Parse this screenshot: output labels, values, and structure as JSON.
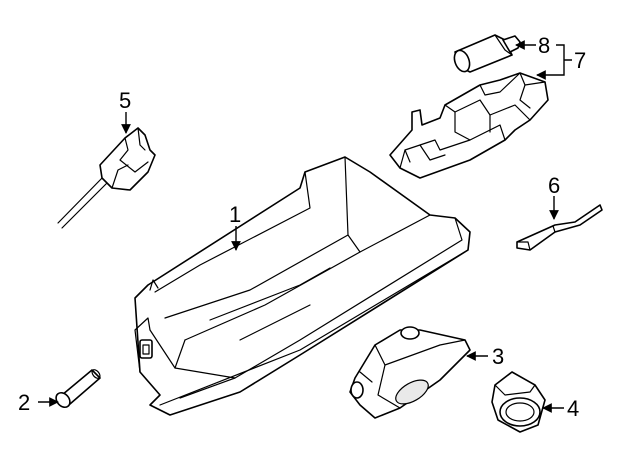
{
  "diagram": {
    "callouts": [
      {
        "id": "1",
        "label": "1"
      },
      {
        "id": "2",
        "label": "2"
      },
      {
        "id": "3",
        "label": "3"
      },
      {
        "id": "4",
        "label": "4"
      },
      {
        "id": "5",
        "label": "5"
      },
      {
        "id": "6",
        "label": "6"
      },
      {
        "id": "7",
        "label": "7"
      },
      {
        "id": "8",
        "label": "8"
      }
    ]
  },
  "colors": {
    "line": "#000000",
    "background": "#ffffff",
    "shade": "#e9e9e9"
  }
}
